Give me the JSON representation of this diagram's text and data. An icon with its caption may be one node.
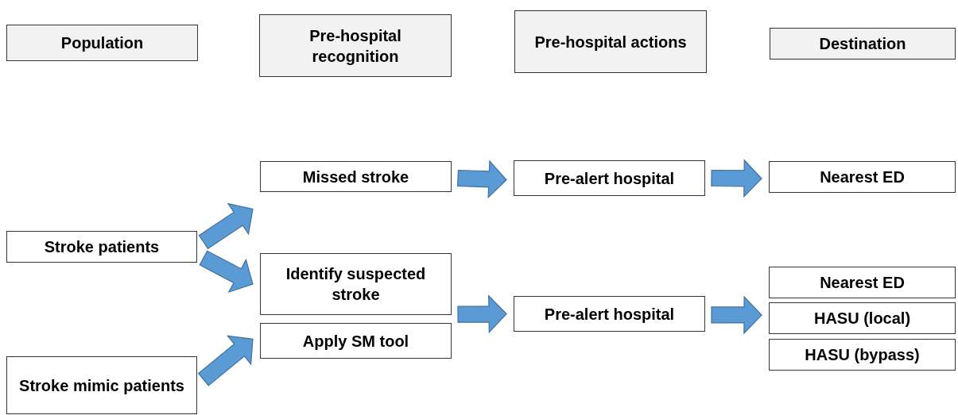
{
  "diagram": {
    "nodes": [
      {
        "text": [
          "Population"
        ]
      },
      {
        "text": [
          "Pre-hospital recognition"
        ]
      },
      {
        "text": [
          "Pre-hospital actions"
        ]
      },
      {
        "text": [
          "Destination"
        ]
      },
      {
        "text": [
          "Stroke patients"
        ]
      },
      {
        "text": [
          "Stroke mimic patients"
        ]
      },
      {
        "text": [
          "Missed stroke"
        ]
      },
      {
        "text": [
          "Identify suspected stroke"
        ]
      },
      {
        "text": [
          "Apply SM tool"
        ]
      },
      {
        "text": [
          "Pre-alert hospital"
        ]
      },
      {
        "text": [
          "Pre-alert hospital"
        ]
      },
      {
        "text": [
          "Nearest ED"
        ]
      },
      {
        "text": [
          "Nearest ED"
        ]
      },
      {
        "text": [
          "HASU (local)"
        ]
      },
      {
        "text": [
          "HASU (bypass)"
        ]
      }
    ],
    "edges": [
      {
        "from": 4,
        "to": 6,
        "arrow": "to"
      },
      {
        "from": 4,
        "to": 7,
        "arrow": "to"
      },
      {
        "from": 5,
        "to": 8,
        "arrow": "to"
      },
      {
        "from": 6,
        "to": 9,
        "arrow": "to"
      },
      {
        "from": 9,
        "to": 11,
        "arrow": "to"
      },
      {
        "from": 7,
        "to": 10,
        "arrow": "to"
      },
      {
        "from": 10,
        "to": 13,
        "arrow": "to"
      }
    ]
  }
}
